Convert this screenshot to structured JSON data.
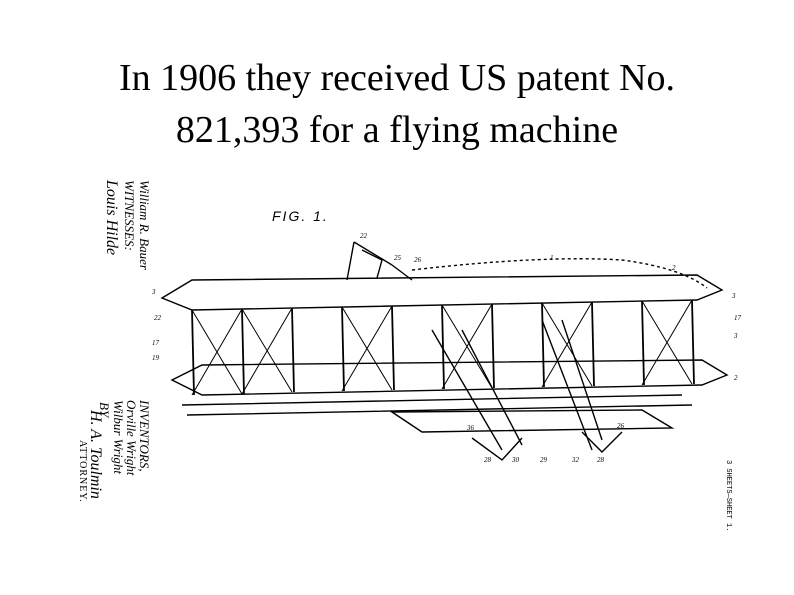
{
  "slide": {
    "title_line1": "In 1906 they received US patent  No.",
    "title_line2": "821,393 for a flying machine"
  },
  "figure": {
    "fig_label": "FIG. 1.",
    "witnesses_heading": "WITNESSES:",
    "witness_name": "William R. Bauer",
    "witness_signature": "Louis Hilde",
    "inventors_heading": "INVENTORS,",
    "inventor1": "Orville Wright",
    "inventor2": "Wilbur Wright",
    "by_label": "BY",
    "attorney_signature": "H. A. Toulmin",
    "attorney_label": "ATTORNEY.",
    "sheet_code": "3 SHEETS—SHEET 1."
  }
}
